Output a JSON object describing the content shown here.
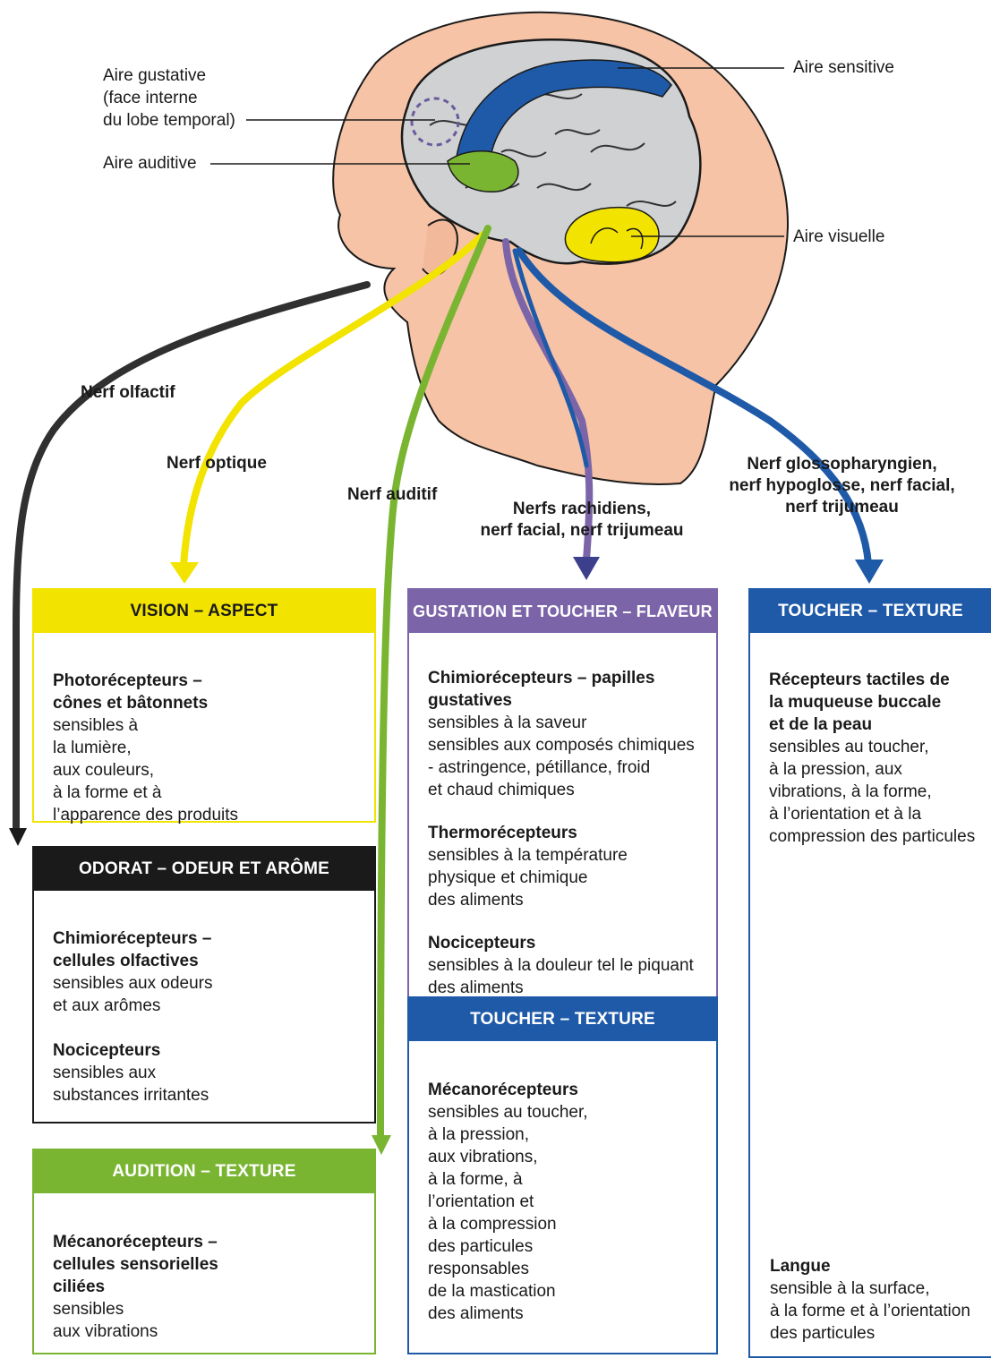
{
  "brain_labels": {
    "gustative": "Aire gustative\n(face interne\ndu lobe temporal)",
    "auditive": "Aire auditive",
    "sensitive": "Aire sensitive",
    "visuelle": "Aire visuelle"
  },
  "nerves": {
    "olfactif": "Nerf olfactif",
    "optique": "Nerf optique",
    "auditif": "Nerf auditif",
    "rachidiens": "Nerfs rachidiens,\nnerf facial, nerf trijumeau",
    "glosso": "Nerf glossopharyngien,\nnerf hypoglosse, nerf facial,\nnerf trijumeau"
  },
  "boxes": {
    "vision": {
      "title": "VISION – ASPECT",
      "heading": "Photorécepteurs –\ncônes et bâtonnets",
      "body": "sensibles à\nla lumière,\naux couleurs,\nà la forme et à\nl’apparence des produits"
    },
    "odorat": {
      "title": "ODORAT – ODEUR ET ARÔME",
      "heading1": "Chimiorécepteurs –\ncellules olfactives",
      "body1": "sensibles aux odeurs\net aux arômes",
      "heading2": "Nocicepteurs",
      "body2": "sensibles aux\nsubstances irritantes"
    },
    "audition": {
      "title": "AUDITION – TEXTURE",
      "heading": "Mécanorécepteurs –\ncellules sensorielles\nciliées",
      "body": "sensibles\naux vibrations"
    },
    "gustation": {
      "title": "GUSTATION ET TOUCHER – FLAVEUR",
      "heading1": "Chimiorécepteurs – papilles\ngustatives",
      "body1": "sensibles à la saveur\nsensibles aux composés chimiques\n- astringence, pétillance, froid\net chaud chimiques",
      "heading2": "Thermorécepteurs",
      "body2": "sensibles à la température\nphysique et chimique\ndes aliments",
      "heading3": "Nocicepteurs",
      "body3": "sensibles à la douleur tel le piquant\ndes aliments"
    },
    "toucher_mid": {
      "title": "TOUCHER – TEXTURE",
      "heading": "Mécanorécepteurs",
      "body": "sensibles au toucher,\nà la pression,\naux vibrations,\nà la forme, à\nl’orientation et\nà la compression\ndes particules\nresponsables\nde la mastication\ndes aliments"
    },
    "toucher_right": {
      "title": "TOUCHER – TEXTURE",
      "heading": "Récepteurs tactiles de\nla muqueuse buccale\net de la peau",
      "body": "sensibles au toucher,\nà la pression, aux\nvibrations, à la forme,\nà l’orientation et à la\ncompression des particules",
      "heading2": "Langue",
      "body2": "sensible à la surface,\nà la forme et à l’orientation\ndes particules"
    }
  },
  "colors": {
    "yellow": "#f2e300",
    "black": "#1a1a1a",
    "green": "#7ab532",
    "purple": "#7b65a8",
    "blue": "#1f5aa8",
    "skin": "#f4c6a8",
    "brain": "#d0d2d4"
  }
}
